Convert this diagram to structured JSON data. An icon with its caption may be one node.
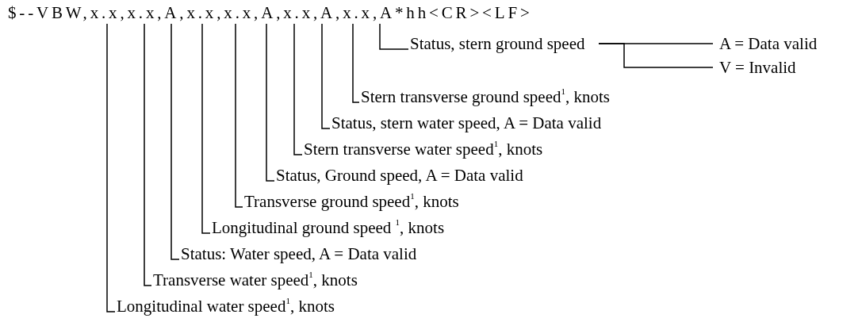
{
  "diagram": {
    "nodes": [
      {
        "text": [
          "$--VBW,x.x,x.x,A,x.x,x.x,A,x.x,A,x.x,A*hh<CR><LF>"
        ]
      },
      {
        "text": [
          "Status, stern ground speed"
        ]
      },
      {
        "text": [
          "A = Data valid"
        ]
      },
      {
        "text": [
          "V = Invalid"
        ]
      },
      {
        "text": [
          "Stern transverse ground speed$^{1}$, knots"
        ]
      },
      {
        "text": [
          "Status, stern water speed, A = Data valid"
        ]
      },
      {
        "text": [
          "Stern transverse water speed$^{1}$, knots"
        ]
      },
      {
        "text": [
          "Status, Ground speed, A = Data valid"
        ]
      },
      {
        "text": [
          "Transverse ground speed$^{1}$, knots"
        ]
      },
      {
        "text": [
          "Longitudinal ground speed $^{1}$, knots"
        ]
      },
      {
        "text": [
          "Status: Water speed, A = Data valid"
        ]
      },
      {
        "text": [
          "Transverse water speed$^{1}$, knots"
        ]
      },
      {
        "text": [
          "Longitudinal water speed$^{1}$, knots"
        ]
      }
    ],
    "edges": [
      {
        "from": 1,
        "to": 0,
        "arrow": "none"
      },
      {
        "from": 1,
        "to": 2,
        "arrow": "none"
      },
      {
        "from": 1,
        "to": 3,
        "arrow": "none"
      },
      {
        "from": 4,
        "to": 0,
        "arrow": "none"
      },
      {
        "from": 5,
        "to": 0,
        "arrow": "none"
      },
      {
        "from": 6,
        "to": 0,
        "arrow": "none"
      },
      {
        "from": 7,
        "to": 0,
        "arrow": "none"
      },
      {
        "from": 8,
        "to": 0,
        "arrow": "none"
      },
      {
        "from": 9,
        "to": 0,
        "arrow": "none"
      },
      {
        "from": 10,
        "to": 0,
        "arrow": "none"
      },
      {
        "from": 11,
        "to": 0,
        "arrow": "none"
      },
      {
        "from": 12,
        "to": 0,
        "arrow": "none"
      }
    ]
  }
}
